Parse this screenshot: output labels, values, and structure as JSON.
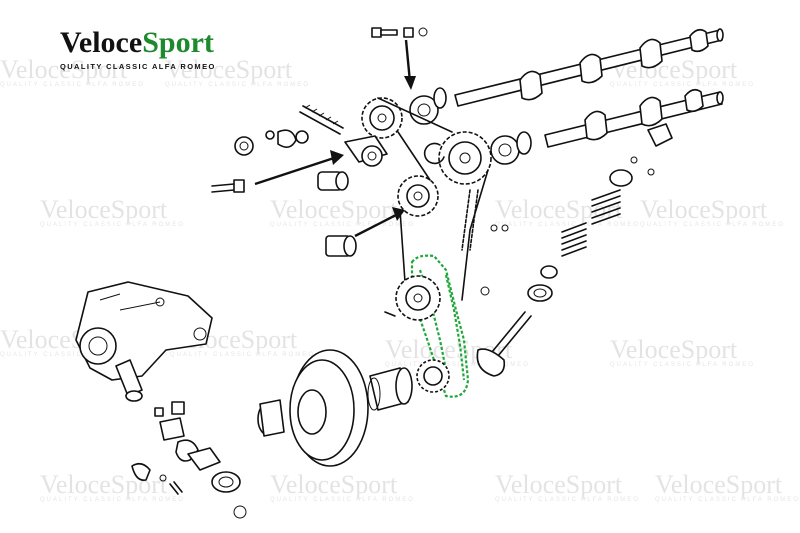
{
  "logo": {
    "name_main": "Veloce",
    "name_accent": "Sport",
    "tagline": "QUALITY CLASSIC ALFA ROMEO",
    "accent_color": "#1e8a2e"
  },
  "watermark": {
    "name": "VeloceSport",
    "tagline": "QUALITY CLASSIC ALFA ROMEO"
  },
  "highlight": {
    "part": "timing-chain",
    "color": "#1fa83a"
  }
}
